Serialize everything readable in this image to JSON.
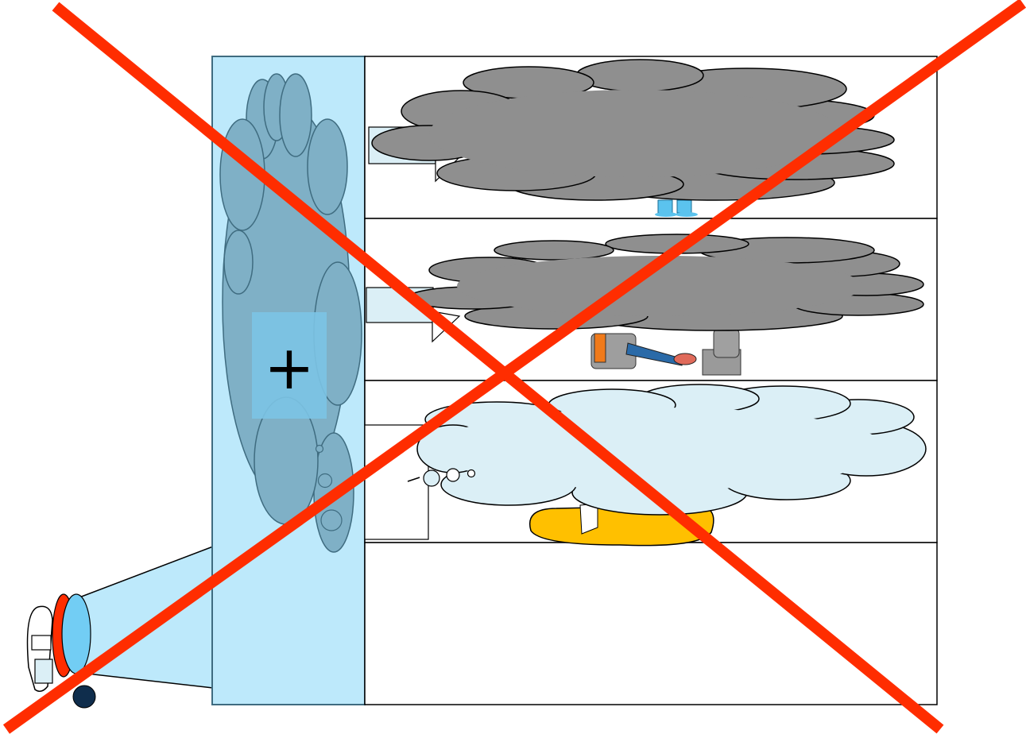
{
  "canvas": {
    "background": "#ffffff"
  },
  "colors": {
    "panel_blue": "#bde9fb",
    "ghost_cloud": "#7fb0c6",
    "ghost_stroke": "#3f6c80",
    "focus_box": "#7cc4e4",
    "storm_cloud": "#8f8f8f",
    "light_cloud": "#dbeff6",
    "projector_blue": "#72cdf4",
    "projector_red": "#ff2d00",
    "cross_red": "#ff2d00",
    "node_dark": "#0f2d4c",
    "person_orange": "#f07a1a",
    "couch_yellow": "#ffc000"
  },
  "focus_marker": {
    "symbol": "+"
  },
  "rows": [
    {
      "id": "row-1",
      "cloud": "storm"
    },
    {
      "id": "row-2",
      "cloud": "storm"
    },
    {
      "id": "row-3",
      "cloud": "thought"
    },
    {
      "id": "row-4",
      "cloud": "none"
    }
  ],
  "icons": [
    "projector-icon",
    "cross-out-icon",
    "storm-cloud-icon",
    "thought-cloud-icon",
    "person-icon",
    "couch-icon",
    "computer-icon"
  ]
}
